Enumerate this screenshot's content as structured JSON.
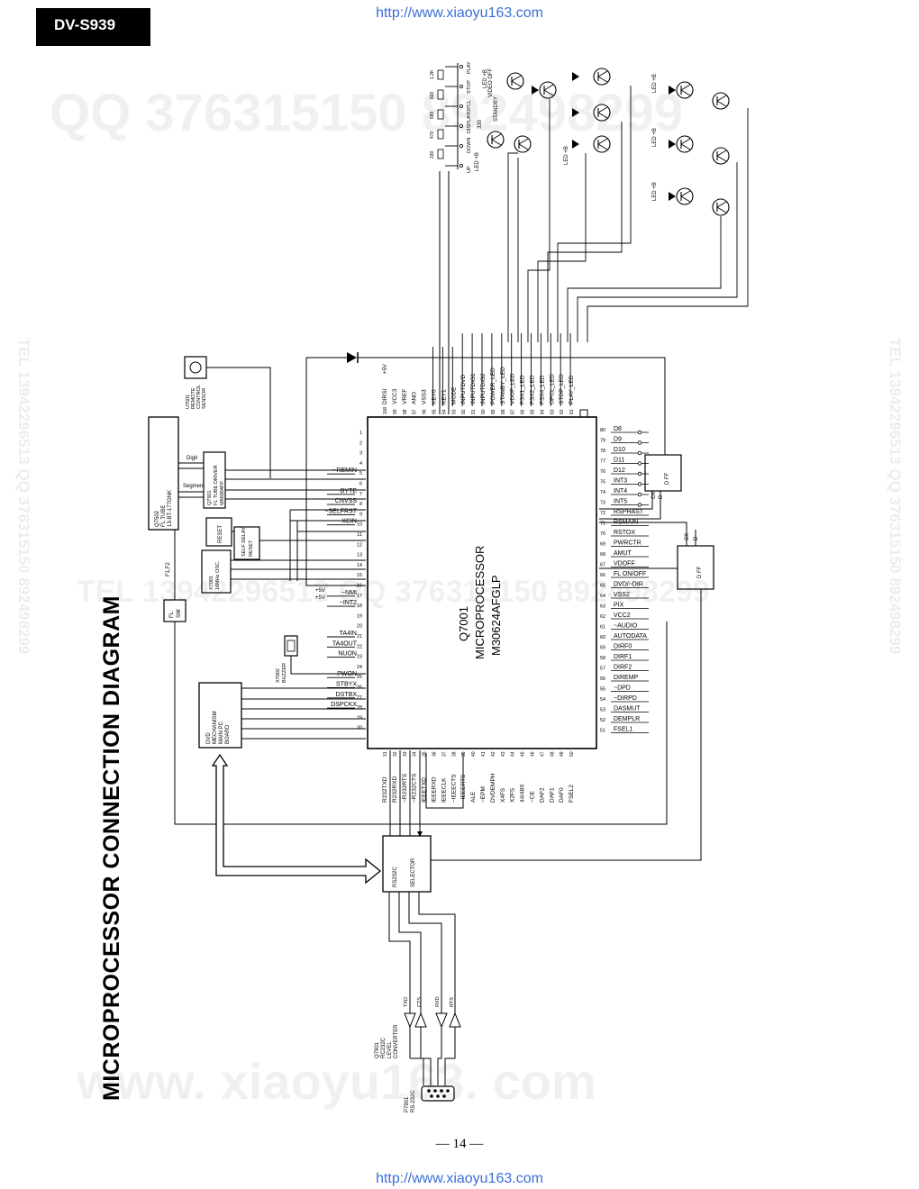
{
  "header": {
    "model": "DV-S939",
    "url_top": "http://www.xiaoyu163.com",
    "url_bottom": "http://www.xiaoyu163.com"
  },
  "page_title": "MICROPROCESSOR CONNECTION  DIAGRAM",
  "page_number": "— 14 —",
  "watermarks": {
    "qq_top": "QQ 376315150  892498299",
    "tel_mid": "TEL 13942296513  QQ 376315150  892498299",
    "side": "TEL 13942296513  QQ 376315150  892498299",
    "site_bottom": "www. xiaoyu163. com"
  },
  "ic": {
    "ref": "Q7001",
    "type": "MICROPROCESSOR",
    "part": "M30624AFGLP"
  },
  "pins_left": [
    {
      "n": "1",
      "label": ""
    },
    {
      "n": "2",
      "label": ""
    },
    {
      "n": "3",
      "label": ""
    },
    {
      "n": "4",
      "label": ""
    },
    {
      "n": "5",
      "label": "~REMIN"
    },
    {
      "n": "6",
      "label": ""
    },
    {
      "n": "7",
      "label": "BYTE"
    },
    {
      "n": "8",
      "label": "CNVSS"
    },
    {
      "n": "9",
      "label": "~SELFRST"
    },
    {
      "n": "10",
      "label": "XCIN"
    },
    {
      "n": "11",
      "label": ""
    },
    {
      "n": "12",
      "label": ""
    },
    {
      "n": "13",
      "label": ""
    },
    {
      "n": "14",
      "label": ""
    },
    {
      "n": "15",
      "label": ""
    },
    {
      "n": "16",
      "label": ""
    },
    {
      "n": "17",
      "label": "~NMI"
    },
    {
      "n": "18",
      "label": "~INT2"
    },
    {
      "n": "19",
      "label": ""
    },
    {
      "n": "20",
      "label": ""
    },
    {
      "n": "21",
      "label": "TA4IN"
    },
    {
      "n": "22",
      "label": "TA4OUT"
    },
    {
      "n": "23",
      "label": "NUON"
    },
    {
      "n": "24",
      "label": ""
    },
    {
      "n": "25",
      "label": "PWON"
    },
    {
      "n": "26",
      "label": "STBYX"
    },
    {
      "n": "27",
      "label": "DSTBX"
    },
    {
      "n": "28",
      "label": "DSPCKX"
    },
    {
      "n": "29",
      "label": ""
    },
    {
      "n": "30",
      "label": ""
    }
  ],
  "pins_right": [
    {
      "n": "80",
      "label": "D8"
    },
    {
      "n": "79",
      "label": "D9"
    },
    {
      "n": "78",
      "label": "D10"
    },
    {
      "n": "77",
      "label": "D11"
    },
    {
      "n": "76",
      "label": "D12"
    },
    {
      "n": "75",
      "label": "INT3"
    },
    {
      "n": "74",
      "label": "INT4"
    },
    {
      "n": "73",
      "label": "INT5"
    },
    {
      "n": "72",
      "label": "RSPHAST"
    },
    {
      "n": "71",
      "label": "RSMAIN"
    },
    {
      "n": "70",
      "label": "RSTOX"
    },
    {
      "n": "69",
      "label": "PWRCTR"
    },
    {
      "n": "68",
      "label": "AMUT"
    },
    {
      "n": "67",
      "label": "VDOFF"
    },
    {
      "n": "66",
      "label": "FL ON/OFF"
    },
    {
      "n": "65",
      "label": "DVD/~DIR"
    },
    {
      "n": "64",
      "label": "VSS2"
    },
    {
      "n": "63",
      "label": "PIX"
    },
    {
      "n": "62",
      "label": "VCC2"
    },
    {
      "n": "61",
      "label": "~AUDIO"
    },
    {
      "n": "60",
      "label": "AUTODATA"
    },
    {
      "n": "59",
      "label": "DIRF0"
    },
    {
      "n": "58",
      "label": "DIRF1"
    },
    {
      "n": "57",
      "label": "DIRF2"
    },
    {
      "n": "56",
      "label": "DIREMP"
    },
    {
      "n": "55",
      "label": "~DPD"
    },
    {
      "n": "54",
      "label": "~DIRPD"
    },
    {
      "n": "53",
      "label": "DASMUT"
    },
    {
      "n": "52",
      "label": "DEMPLR"
    },
    {
      "n": "51",
      "label": "FSEL1"
    }
  ],
  "pins_top": [
    {
      "n": "100",
      "label": "DIRSI"
    },
    {
      "n": "99",
      "label": "VCC3"
    },
    {
      "n": "98",
      "label": "VREF"
    },
    {
      "n": "97",
      "label": "ANO"
    },
    {
      "n": "96",
      "label": "VSS3"
    },
    {
      "n": "95",
      "label": "KEY0"
    },
    {
      "n": "94",
      "label": "KEY1"
    },
    {
      "n": "93",
      "label": "MODE"
    },
    {
      "n": "92",
      "label": "INPUTDVD"
    },
    {
      "n": "91",
      "label": "INPUTDIG1"
    },
    {
      "n": "90",
      "label": "INPUTDIG2"
    },
    {
      "n": "89",
      "label": "POWER_LED"
    },
    {
      "n": "88",
      "label": "STANBY_LED"
    },
    {
      "n": "87",
      "label": "VDOF_LED"
    },
    {
      "n": "86",
      "label": "FSX1_LED"
    },
    {
      "n": "85",
      "label": "FSX2_LED"
    },
    {
      "n": "84",
      "label": "FSX4_LED"
    },
    {
      "n": "83",
      "label": "OPCL_LED"
    },
    {
      "n": "82",
      "label": "STOP_LED"
    },
    {
      "n": "81",
      "label": "PLAY_LED"
    }
  ],
  "pins_bottom": [
    {
      "n": "31",
      "label": "R232TXD"
    },
    {
      "n": "32",
      "label": "R232RXD"
    },
    {
      "n": "33",
      "label": "~R232RTS"
    },
    {
      "n": "34",
      "label": "~R232CTS"
    },
    {
      "n": "35",
      "label": "IEEETXD"
    },
    {
      "n": "36",
      "label": "IEEERXD"
    },
    {
      "n": "37",
      "label": "IEEECLK"
    },
    {
      "n": "38",
      "label": "~IEEECTS"
    },
    {
      "n": "39",
      "label": "~IEEERTS"
    },
    {
      "n": "40",
      "label": "ALE"
    },
    {
      "n": "41",
      "label": "~EPM"
    },
    {
      "n": "42",
      "label": "DVDEMPH"
    },
    {
      "n": "43",
      "label": "X4FS"
    },
    {
      "n": "44",
      "label": "X2FS"
    },
    {
      "n": "45",
      "label": "44/48X"
    },
    {
      "n": "46",
      "label": "~CE"
    },
    {
      "n": "47",
      "label": "DAF2"
    },
    {
      "n": "48",
      "label": "DAF1"
    },
    {
      "n": "49",
      "label": "DAF0"
    },
    {
      "n": "50",
      "label": "FSEL2"
    }
  ],
  "top_misc": {
    "plus5v_top": "+5V",
    "plus5v_left1": "+5V",
    "plus5v_left2": "+5V"
  },
  "blocks": {
    "fl_tube": {
      "l1": "Q7502",
      "l2": "FL TUBE",
      "l3": "13-BT-177GNK"
    },
    "fl_driver": {
      "l1": "Q7501",
      "l2": "FL TUBE DRIVER",
      "l3": "M66004FP"
    },
    "digit": "Digit",
    "segment": "Segment",
    "remote": {
      "l1": "U7501",
      "l2": "REMOTE",
      "l3": "CONTROL",
      "l4": "SENSOR"
    },
    "reset": "RESET",
    "self_delay": {
      "l1": "SELF DELAY",
      "l2": "RESET"
    },
    "osc": {
      "l1": "X7001",
      "l2": "16MHz OSC."
    },
    "buzzer": {
      "l1": "X7002",
      "l2": "BUZZER"
    },
    "fl_sw": {
      "l1": "FL",
      "l2": "SW"
    },
    "f1f2": "F1,F2",
    "dvd_mech": {
      "l1": "DVD",
      "l2": "MECHANISM",
      "l3": "MAIN PC",
      "l4": "BOARD"
    },
    "selector": {
      "l1": "RS232C",
      "l2": "SELECTOR"
    },
    "dff1": "D FF",
    "dff2": "D FF",
    "dff_ck1": "CK",
    "dff_d1": "D",
    "dff_ck2": "CK",
    "dff_d2": "D",
    "converter": {
      "l1": "Q7901",
      "l2": "RC232C",
      "l3": "LEVEL",
      "l4": "CONVERTER"
    },
    "connector": {
      "l1": "P7901",
      "l2": "RS-232C"
    },
    "txd": "TXD",
    "cts": "CTS",
    "rxd": "RXD",
    "rts": "RTS"
  },
  "keys": {
    "resistors": [
      "330",
      "470",
      "680",
      "820",
      "1.2K"
    ],
    "labels": [
      "UP",
      "DOWN",
      "DISPLAY",
      "OPCL",
      "STOP",
      "PLAY"
    ],
    "video_off": "VIDEO OFF",
    "standby": "STANDBY",
    "r330": "330",
    "led_b_1": "LED +B",
    "led_b_2": "LED +B"
  },
  "led_labels": {
    "a": "LED +B",
    "b": "LED +B",
    "c": "LED +B",
    "d": "LED +B",
    "e": "LED +B"
  }
}
